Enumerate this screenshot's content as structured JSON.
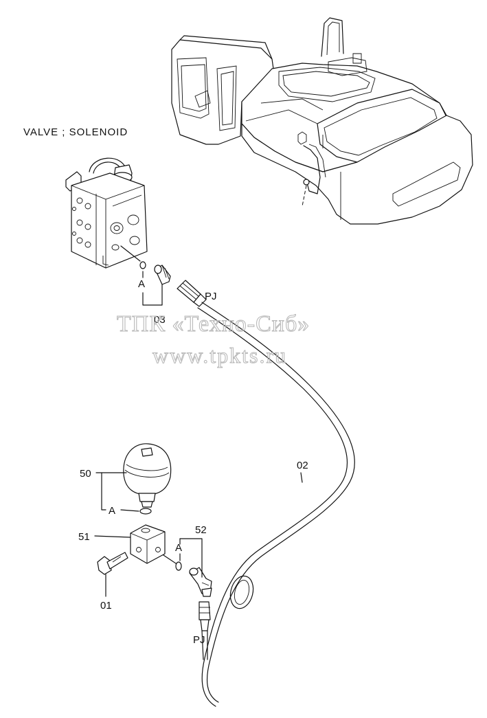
{
  "diagram": {
    "title": "VALVE ; SOLENOID",
    "watermark_line1": "ТПК «Техно-Сиб»",
    "watermark_line2": "www.tpkts.ru",
    "callouts": {
      "hose": "02",
      "adapter": "03",
      "accumulator": "50",
      "block": "51",
      "elbow": "52",
      "bolt": "01",
      "oring_a_top": "A",
      "oring_a_mid": "A",
      "oring_a_right": "A",
      "pj_top": "PJ",
      "pj_bottom": "PJ"
    }
  }
}
